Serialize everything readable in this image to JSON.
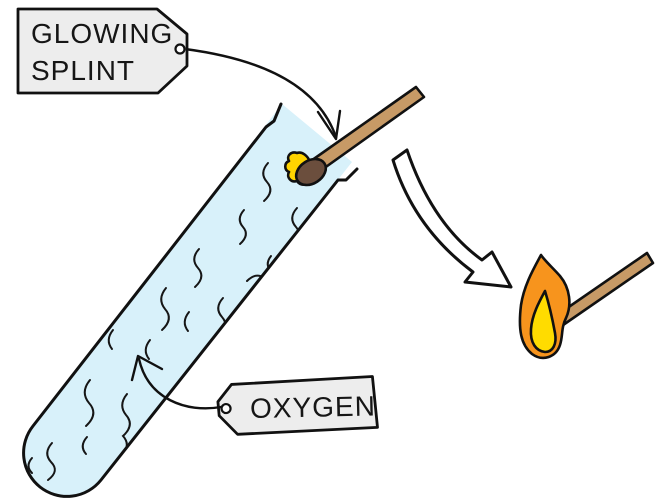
{
  "figure": {
    "description": "glowing splint test for oxygen",
    "labels": {
      "glowing_splint_line1": "GLOWING",
      "glowing_splint_line2": "SPLINT",
      "oxygen": "OXYGEN"
    },
    "colors": {
      "background": "#ffffff",
      "tube_fill": "#D8F1FA",
      "tag_fill": "#EDEDED",
      "arrow_green": "#3BD49A",
      "stick_tan": "#C79A66",
      "ember_brown": "#6B4E3D",
      "glow_yellow": "#FFD400",
      "flame_orange": "#F7941D",
      "flame_yellow": "#FFDC00"
    }
  }
}
